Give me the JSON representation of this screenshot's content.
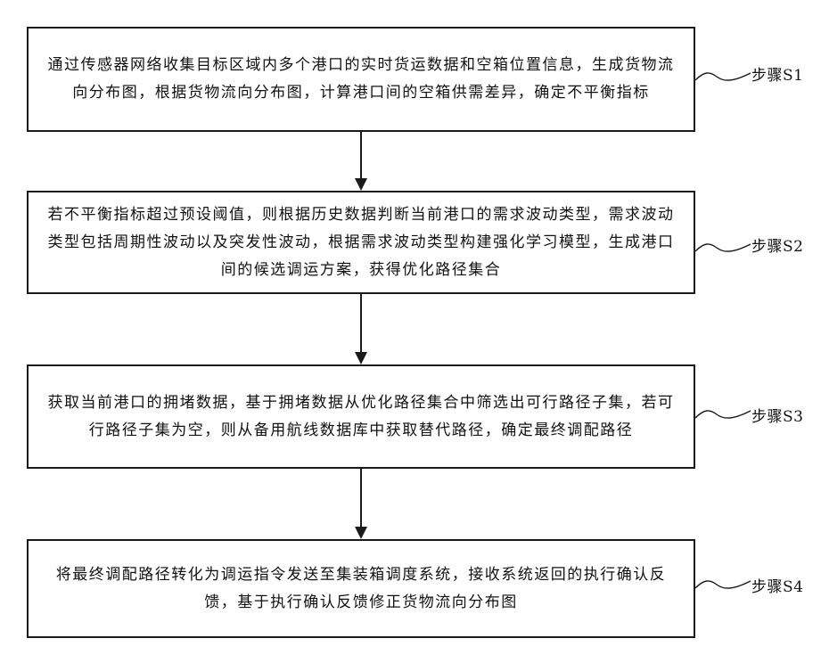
{
  "steps": [
    {
      "text": "通过传感器网络收集目标区域内多个港口的实时货运数据和空箱位置信息，生成货物流向分布图，根据货物流向分布图，计算港口间的空箱供需差异，确定不平衡指标",
      "label": "步骤S1"
    },
    {
      "text": "若不平衡指标超过预设阈值，则根据历史数据判断当前港口的需求波动类型，需求波动类型包括周期性波动以及突发性波动，根据需求波动类型构建强化学习模型，生成港口间的候选调运方案，获得优化路径集合",
      "label": "步骤S2"
    },
    {
      "text": "获取当前港口的拥堵数据，基于拥堵数据从优化路径集合中筛选出可行路径子集，若可行路径子集为空，则从备用航线数据库中获取替代路径，确定最终调配路径",
      "label": "步骤S3"
    },
    {
      "text": "将最终调配路径转化为调运指令发送至集装箱调度系统，接收系统返回的执行确认反馈，基于执行确认反馈修正货物流向分布图",
      "label": "步骤S4"
    }
  ]
}
